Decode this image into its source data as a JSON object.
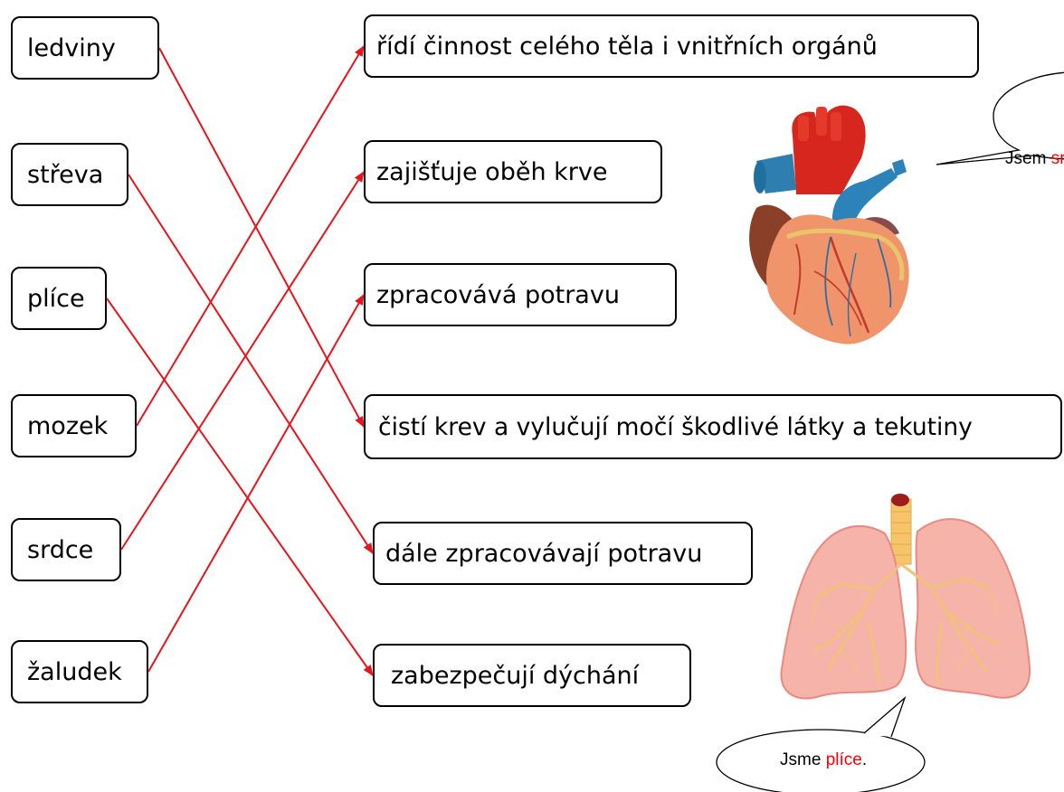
{
  "organs": [
    {
      "id": "ledviny",
      "label": "ledviny"
    },
    {
      "id": "streva",
      "label": "střeva"
    },
    {
      "id": "plice",
      "label": "plíce"
    },
    {
      "id": "mozek",
      "label": "mozek"
    },
    {
      "id": "srdce",
      "label": "srdce"
    },
    {
      "id": "zaludek",
      "label": "žaludek"
    }
  ],
  "functions": [
    {
      "id": "ridi",
      "label": "řídí činnost celého těla i vnitřních orgánů"
    },
    {
      "id": "obeh",
      "label": "zajišťuje oběh krve"
    },
    {
      "id": "potrava",
      "label": "zpracovává potravu"
    },
    {
      "id": "cisti",
      "label": "čistí krev a vylučují močí škodlivé látky a tekutiny"
    },
    {
      "id": "dale",
      "label": "dále zpracovávají potravu"
    },
    {
      "id": "dychani",
      "label": "zabezpečují dýchání"
    }
  ],
  "connections": [
    {
      "from": "ledviny",
      "to": "cisti"
    },
    {
      "from": "streva",
      "to": "dale"
    },
    {
      "from": "plice",
      "to": "dychani"
    },
    {
      "from": "mozek",
      "to": "ridi"
    },
    {
      "from": "srdce",
      "to": "obeh"
    },
    {
      "from": "zaludek",
      "to": "potrava"
    }
  ],
  "heart_bubble": {
    "prefix": "Jsem ",
    "highlight": "srd"
  },
  "lungs_bubble": {
    "prefix": "Jsme ",
    "highlight": "plíce",
    "suffix": "."
  },
  "colors": {
    "line": "#e8141b",
    "highlight": "#ff0000"
  },
  "images": [
    "heart-illustration",
    "lungs-illustration"
  ]
}
